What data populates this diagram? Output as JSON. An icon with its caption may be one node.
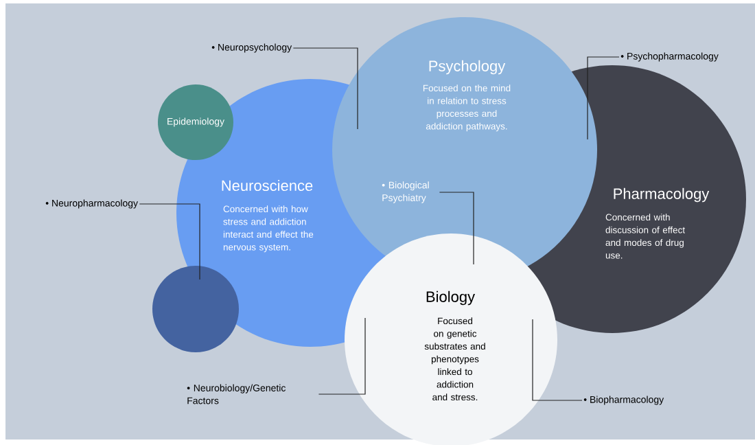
{
  "diagram": {
    "nodes": [
      {
        "text": [
          "Psychology",
          "Focused on the mind in relation to stress processes and addiction pathways."
        ]
      },
      {
        "text": [
          "Neuroscience",
          "Concerned with how stress and addiction interact and effect the nervous system."
        ]
      },
      {
        "text": [
          "Pharmacology",
          "Concerned with discussion of effect and modes of drug use."
        ]
      },
      {
        "text": [
          "Biology",
          "Focused on genetic substrates and phenotypes linked to addiction and stress."
        ]
      },
      {
        "text": [
          "Epidemiology"
        ]
      },
      {
        "text": [],
        "shape": "circle"
      },
      {
        "text": [
          "• Neuropsychology"
        ]
      },
      {
        "text": [
          "• Psychopharmacology"
        ]
      },
      {
        "text": [
          "• Biological Psychiatry"
        ]
      },
      {
        "text": [
          "• Neuropharmacology"
        ]
      },
      {
        "text": [
          "• Neurobiology/Genetic Factors"
        ]
      },
      {
        "text": [
          "• Biopharmacology"
        ]
      }
    ],
    "edges": [
      {
        "from": 6,
        "to": 0,
        "arrow": "none"
      },
      {
        "from": 7,
        "to": 0,
        "arrow": "none"
      },
      {
        "from": 8,
        "to": 3,
        "arrow": "none"
      },
      {
        "from": 9,
        "to": 5,
        "arrow": "none"
      },
      {
        "from": 10,
        "to": 3,
        "arrow": "none"
      },
      {
        "from": 11,
        "to": 3,
        "arrow": "none"
      }
    ]
  }
}
